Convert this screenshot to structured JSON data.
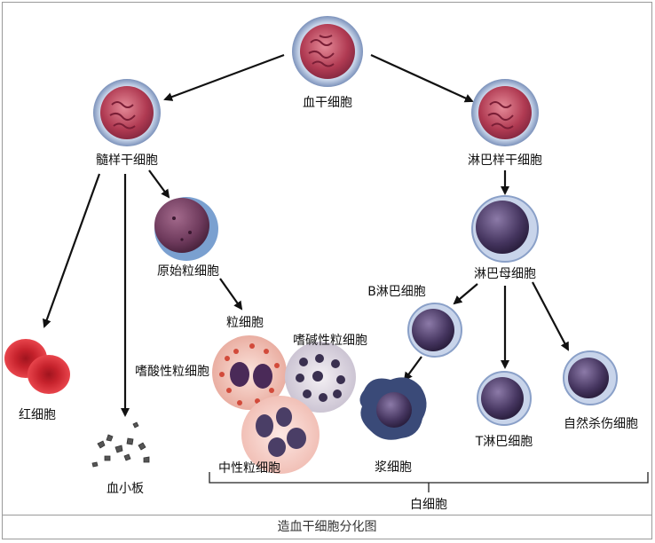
{
  "labels": {
    "hsc": "血干细胞",
    "myeloid": "髓样干细胞",
    "lymphoid": "淋巴样干细胞",
    "myeloblast": "原始粒细胞",
    "granulocyte": "粒细胞",
    "basophil": "嗜碱性粒细胞",
    "eosinophil": "嗜酸性粒细胞",
    "neutrophil": "中性粒细胞",
    "rbc": "红细胞",
    "platelet": "血小板",
    "lymphoblast": "淋巴母细胞",
    "bcell": "B淋巴细胞",
    "plasma": "浆细胞",
    "tcell": "T淋巴细胞",
    "nk": "自然杀伤细胞",
    "wbc": "白细胞"
  },
  "caption": "造血干细胞分化图",
  "colors": {
    "stem_core": "#c04a60",
    "stem_ring": "#8fa8cc",
    "myeloblast_core": "#6e3a5c",
    "lymph_core": "#4a3a6a",
    "rbc": "#d8323a",
    "arrow": "#111111"
  }
}
